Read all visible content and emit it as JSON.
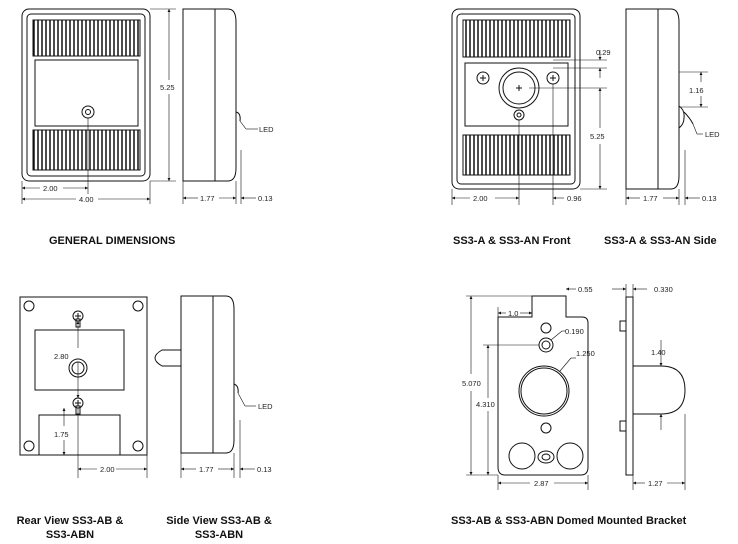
{
  "q1": {
    "caption": "GENERAL DIMENSIONS",
    "dims": {
      "height": "5.25",
      "half_width": "2.00",
      "width": "4.00",
      "depth": "1.77",
      "led_offset": "0.13",
      "led": "LED"
    }
  },
  "q2": {
    "caption_front": "SS3-A & SS3-AN Front",
    "caption_side": "SS3-A & SS3-AN Side",
    "dims": {
      "top": "0.29",
      "lens": "1.16",
      "height": "5.25",
      "half_width": "2.00",
      "offset": "0.96",
      "depth": "1.77",
      "led_offset": "0.13",
      "led": "LED"
    }
  },
  "q3": {
    "caption_rear": [
      "Rear View SS3-AB &",
      "SS3-ABN"
    ],
    "caption_side": [
      "Side View SS3-AB &",
      "SS3-ABN"
    ],
    "dims": {
      "upper": "2.80",
      "lower": "1.75",
      "half_width": "2.00",
      "depth": "1.77",
      "led_offset": "0.13",
      "led": "LED"
    }
  },
  "q4": {
    "caption": "SS3-AB & SS3-ABN Domed Mounted Bracket",
    "dims": {
      "tab": "0.55",
      "thickness": "0.330",
      "tab_offset": "1.0",
      "hole": "0.190",
      "dome": "1.250",
      "height": "5.070",
      "hole_height": "4.310",
      "width": "2.87",
      "dome_height": "1.40",
      "dome_depth": "1.27"
    }
  }
}
